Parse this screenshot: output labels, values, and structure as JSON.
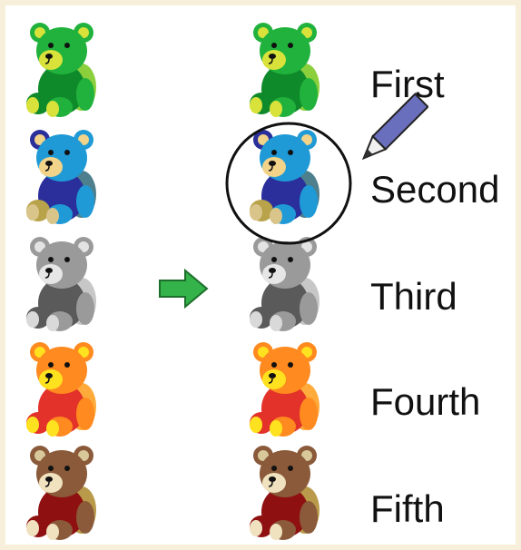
{
  "labels": [
    "First",
    "Second",
    "Third",
    "Fourth",
    "Fifth"
  ],
  "bears": [
    {
      "body": "#20b23c",
      "dark": "#0f8a2a",
      "light": "#8ccf3c",
      "muzzle": "#d8e23a",
      "pads": "#d8e23a",
      "ears": "#d8e23a"
    },
    {
      "body": "#1f9ad6",
      "dark": "#2a2f9c",
      "light": "#4d7f8c",
      "muzzle": "#f2d38a",
      "pads": "#d9c48a",
      "ears": "#f2d38a",
      "earRim": "#2a2f9c",
      "legs": "#b8a24a"
    },
    {
      "body": "#9a9a9a",
      "dark": "#5a5a5a",
      "light": "#c7c7c7",
      "muzzle": "#e6e6e6",
      "pads": "#d9d9d9",
      "ears": "#e3e3e3"
    },
    {
      "body": "#ff8a1f",
      "dark": "#e2322a",
      "light": "#ffab3c",
      "muzzle": "#ffe21f",
      "pads": "#ffe21f",
      "ears": "#ffe21f"
    },
    {
      "body": "#8a5a3a",
      "dark": "#8f1010",
      "light": "#b89a4a",
      "muzzle": "#f0e2bf",
      "pads": "#f0e2bf",
      "ears": "#d8c89a"
    }
  ],
  "colors": {
    "arrow": "#34b34a",
    "circle": "#111111",
    "pencil": "#6a6fbd"
  },
  "icons": [
    "teddy-bear-icon",
    "right-arrow-icon",
    "pencil-icon"
  ]
}
